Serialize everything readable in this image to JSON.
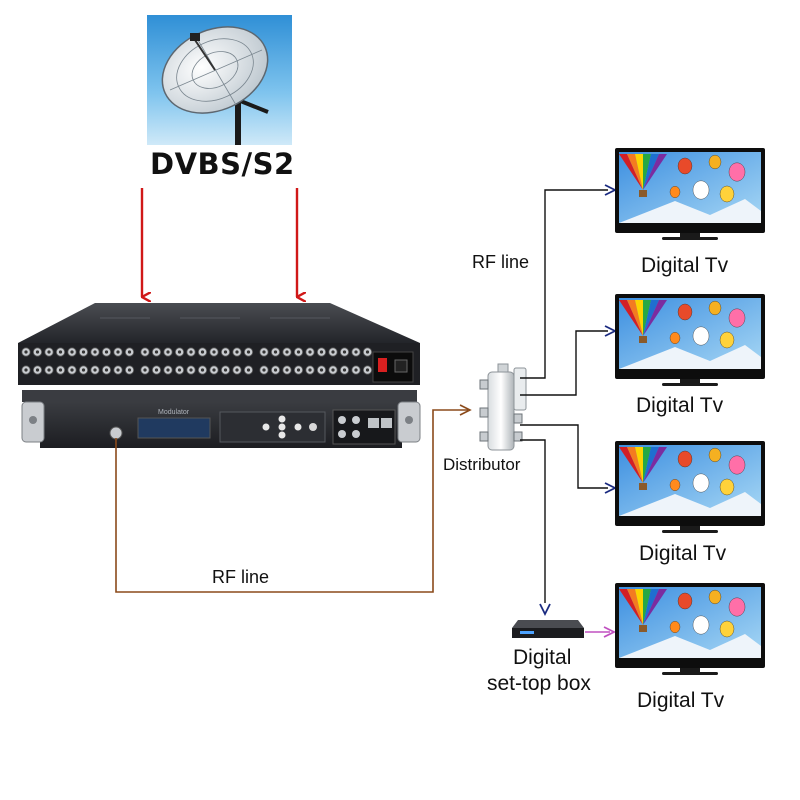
{
  "source": {
    "label": "DVBS/S2"
  },
  "modulator": {
    "panel_text": "Modulator"
  },
  "links": {
    "rf_line_left": "RF line",
    "rf_line_right": "RF line"
  },
  "distributor": {
    "label": "Distributor"
  },
  "set_top_box": {
    "label_line1": "Digital",
    "label_line2": "set-top box"
  },
  "tvs": [
    {
      "label": "Digital Tv"
    },
    {
      "label": "Digital Tv"
    },
    {
      "label": "Digital Tv"
    },
    {
      "label": "Digital Tv"
    }
  ],
  "colors": {
    "input_arrow": "#d01818",
    "rf_line": "#8b4a1a",
    "distribution_line": "#111111",
    "arrowhead": "#1a2a80",
    "stb_link": "#c050c0",
    "dish_sky": "#4aa6e0"
  }
}
